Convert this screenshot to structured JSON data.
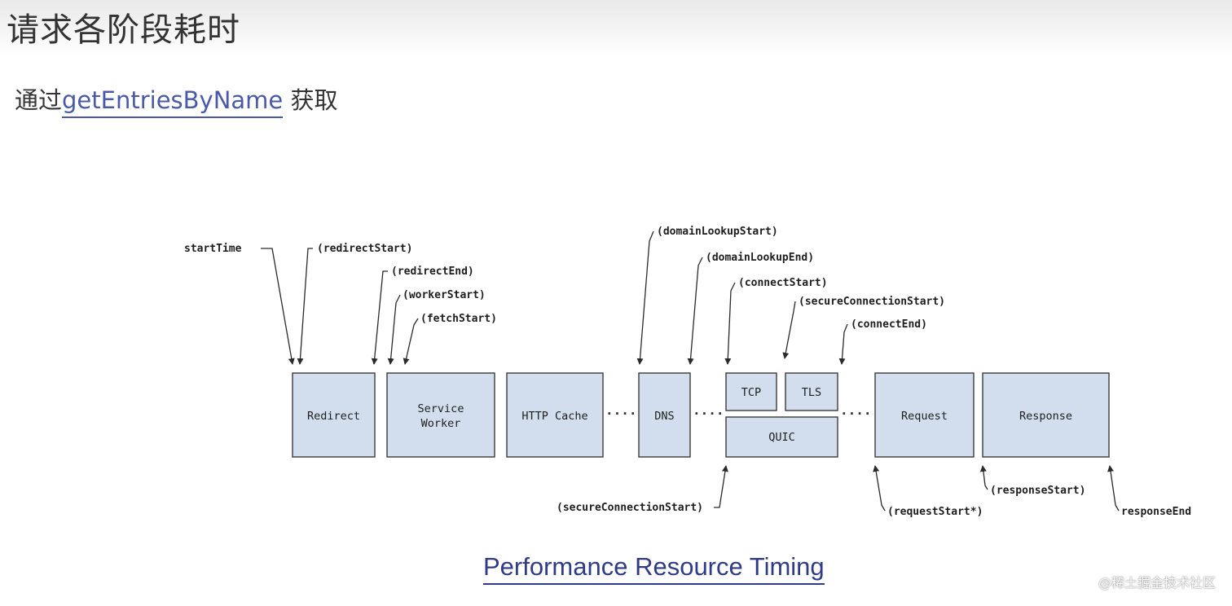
{
  "page": {
    "title": "请求各阶段耗时",
    "subtitle_prefix": "通过",
    "subtitle_api": "getEntriesByName",
    "subtitle_suffix": " 获取",
    "caption": "Performance Resource Timing",
    "watermark": "@稀土掘金技术社区"
  },
  "diagram": {
    "stages": {
      "redirect": "Redirect",
      "service_worker_line1": "Service",
      "service_worker_line2": "Worker",
      "http_cache": "HTTP Cache",
      "dns": "DNS",
      "tcp": "TCP",
      "tls": "TLS",
      "quic": "QUIC",
      "request": "Request",
      "response": "Response"
    },
    "markers": {
      "start_time": "startTime",
      "redirect_start": "(redirectStart)",
      "redirect_end": "(redirectEnd)",
      "worker_start": "(workerStart)",
      "fetch_start": "(fetchStart)",
      "domain_lookup_start": "(domainLookupStart)",
      "domain_lookup_end": "(domainLookupEnd)",
      "connect_start": "(connectStart)",
      "secure_connection_start_top": "(secureConnectionStart)",
      "connect_end": "(connectEnd)",
      "secure_connection_start_bottom": "(secureConnectionStart)",
      "request_start": "(requestStart*)",
      "response_start": "(responseStart)",
      "response_end": "responseEnd"
    },
    "separator": "····"
  },
  "colors": {
    "box_fill": "#d2deee",
    "link": "#4a5aa8",
    "caption": "#2f3b86"
  }
}
